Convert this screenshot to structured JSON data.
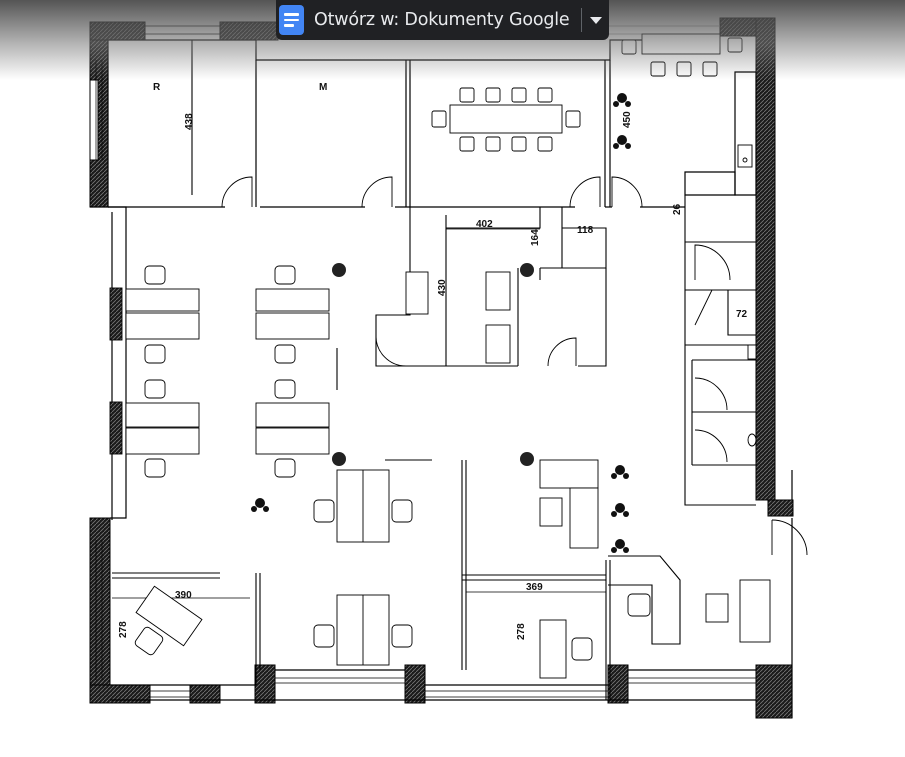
{
  "toolbar": {
    "open_with_label": "Otwórz w: Dokumenty Google",
    "app_icon": "google-docs-icon",
    "dropdown_icon": "chevron-down-icon",
    "accent": "#4285f4",
    "bar_color": "#202124"
  },
  "floorplan": {
    "rooms": {
      "r": "R",
      "m": "M"
    },
    "dimensions": {
      "d438": "438",
      "d450": "450",
      "d402": "402",
      "d164": "164",
      "d118": "118",
      "d430": "430",
      "d26": "26",
      "d72": "72",
      "d390": "390",
      "d369": "369",
      "d278a": "278",
      "d278b": "278"
    }
  }
}
